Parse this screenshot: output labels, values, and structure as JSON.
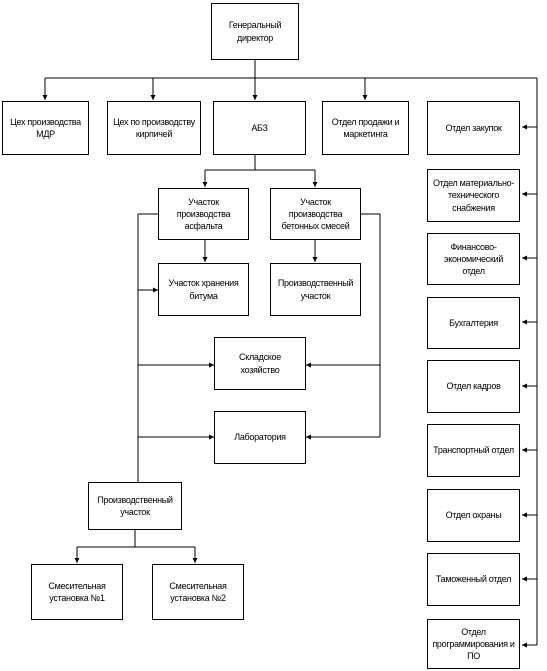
{
  "nodes": {
    "ceo": "Генеральный директор",
    "mdr_shop": "Цех производства МДР",
    "brick_shop": "Цех по производству кирпичей",
    "abz": "АБЗ",
    "sales_marketing": "Отдел продажи и маркетинга",
    "procurement": "Отдел закупок",
    "asphalt_site": "Участок производства асфальта",
    "concrete_site": "Участок производства бетонных смесей",
    "bitumen_site": "Участок хранения битума",
    "production_site_concrete": "Производственный участок",
    "warehouse": "Складское хозяйство",
    "laboratory": "Лаборатория",
    "production_site": "Производственный участок",
    "mixer_1": "Смесительная установка №1",
    "mixer_2": "Смесительная установка №2",
    "mts": "Отдел материально-технического снабжения",
    "finance": "Финансово-экономический отдел",
    "accounting": "Бухгалтерия",
    "hr": "Отдел кадров",
    "transport": "Транспортный отдел",
    "security": "Отдел охраны",
    "customs": "Таможенный отдел",
    "it": "Отдел программирования и ПО"
  },
  "colors": {
    "line": "#000000",
    "box_border": "#000000",
    "background": "#ffffff"
  }
}
